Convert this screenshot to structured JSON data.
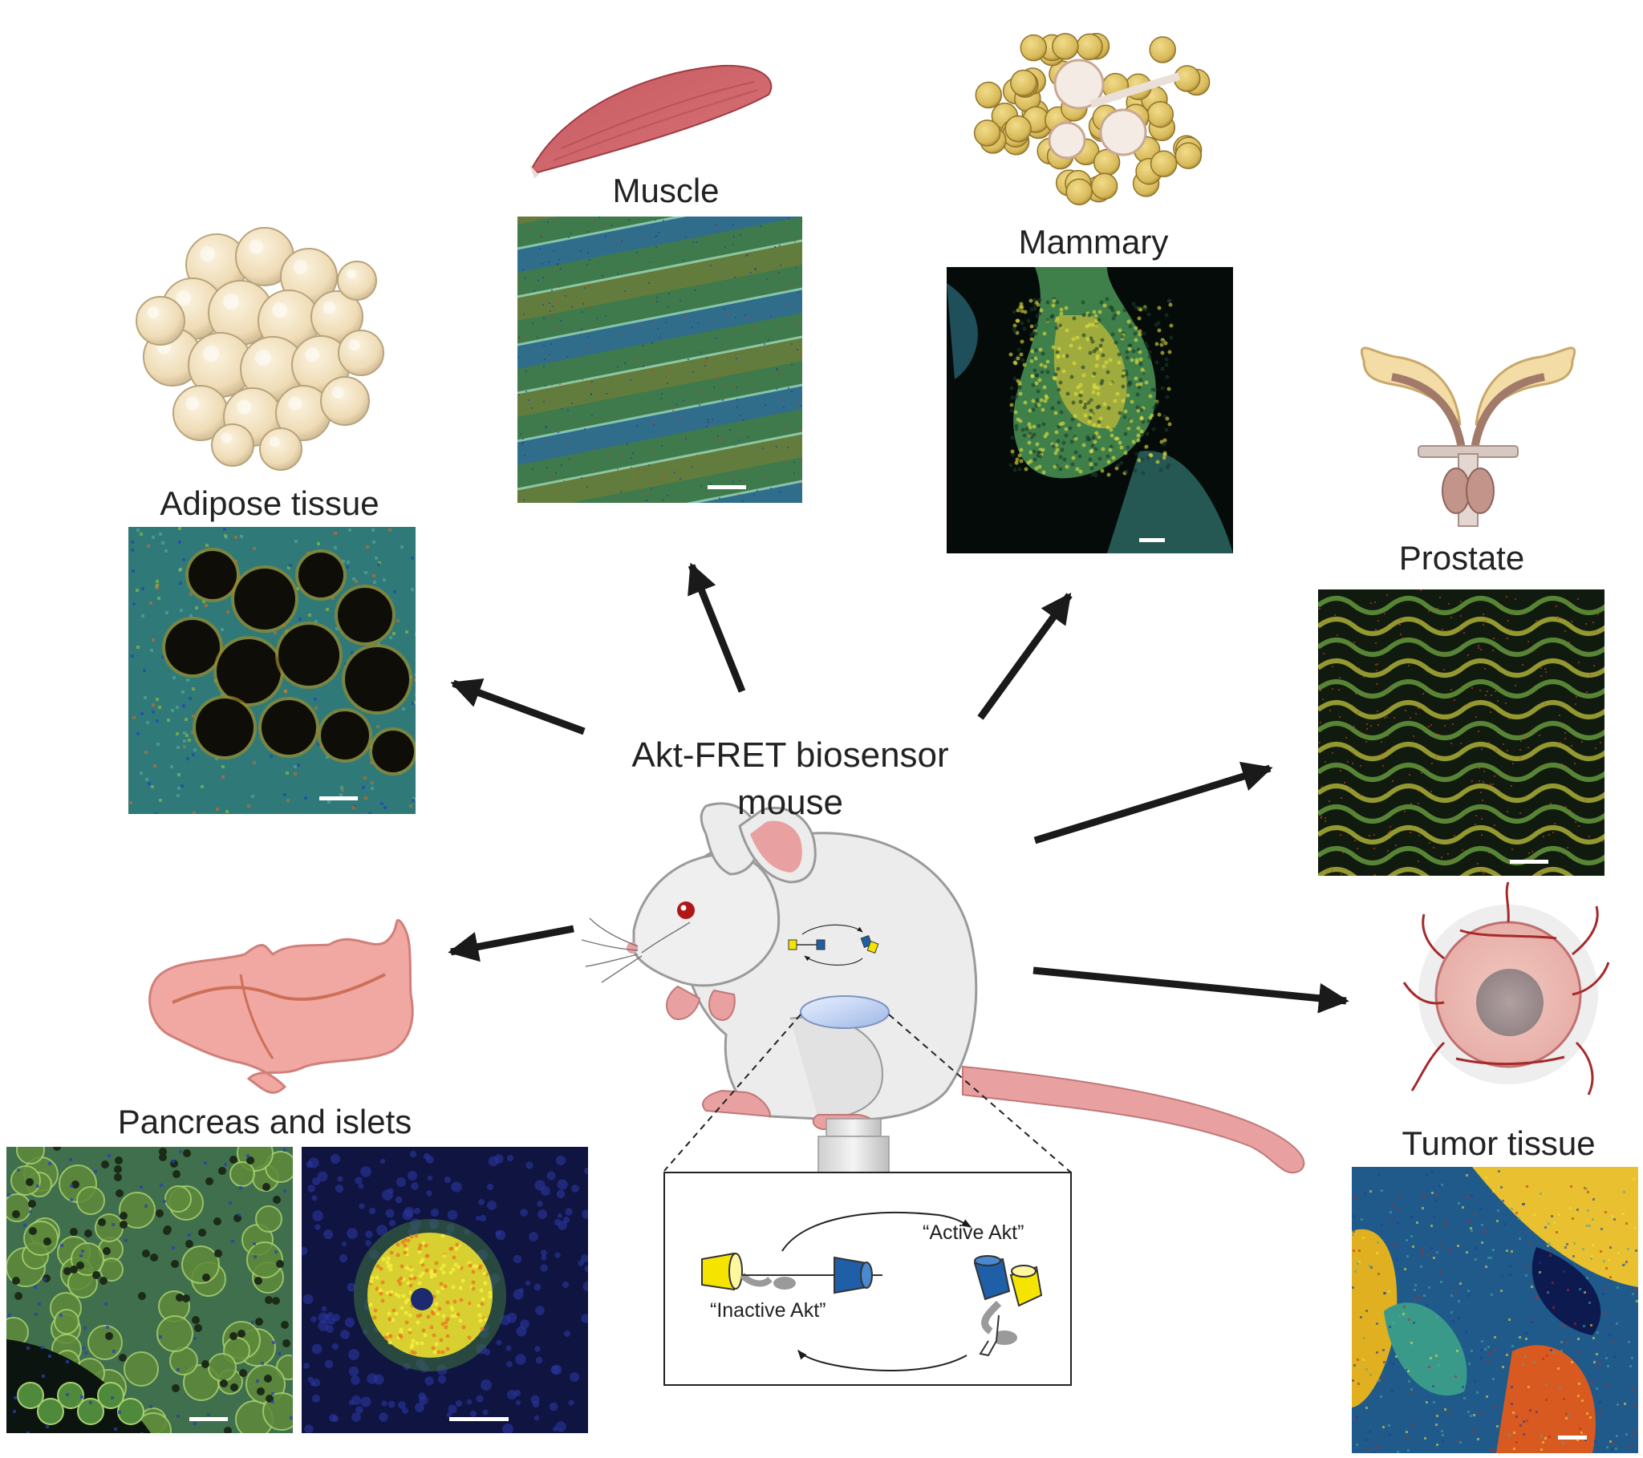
{
  "center": {
    "line1": "Akt-FRET biosensor",
    "line2": "mouse"
  },
  "tissues": {
    "adipose": "Adipose tissue",
    "muscle": "Muscle",
    "mammary": "Mammary",
    "prostate": "Prostate",
    "pancreas": "Pancreas and islets",
    "tumor": "Tumor tissue"
  },
  "inset": {
    "active": "“Active Akt”",
    "inactive": "“Inactive Akt”"
  },
  "colors": {
    "arrow": "#1a1a1a",
    "mouse_body": "#ececec",
    "mouse_pink": "#e8a0a0",
    "fluor_yellow": "#f5e400",
    "fluor_blue": "#1e5fa8"
  }
}
